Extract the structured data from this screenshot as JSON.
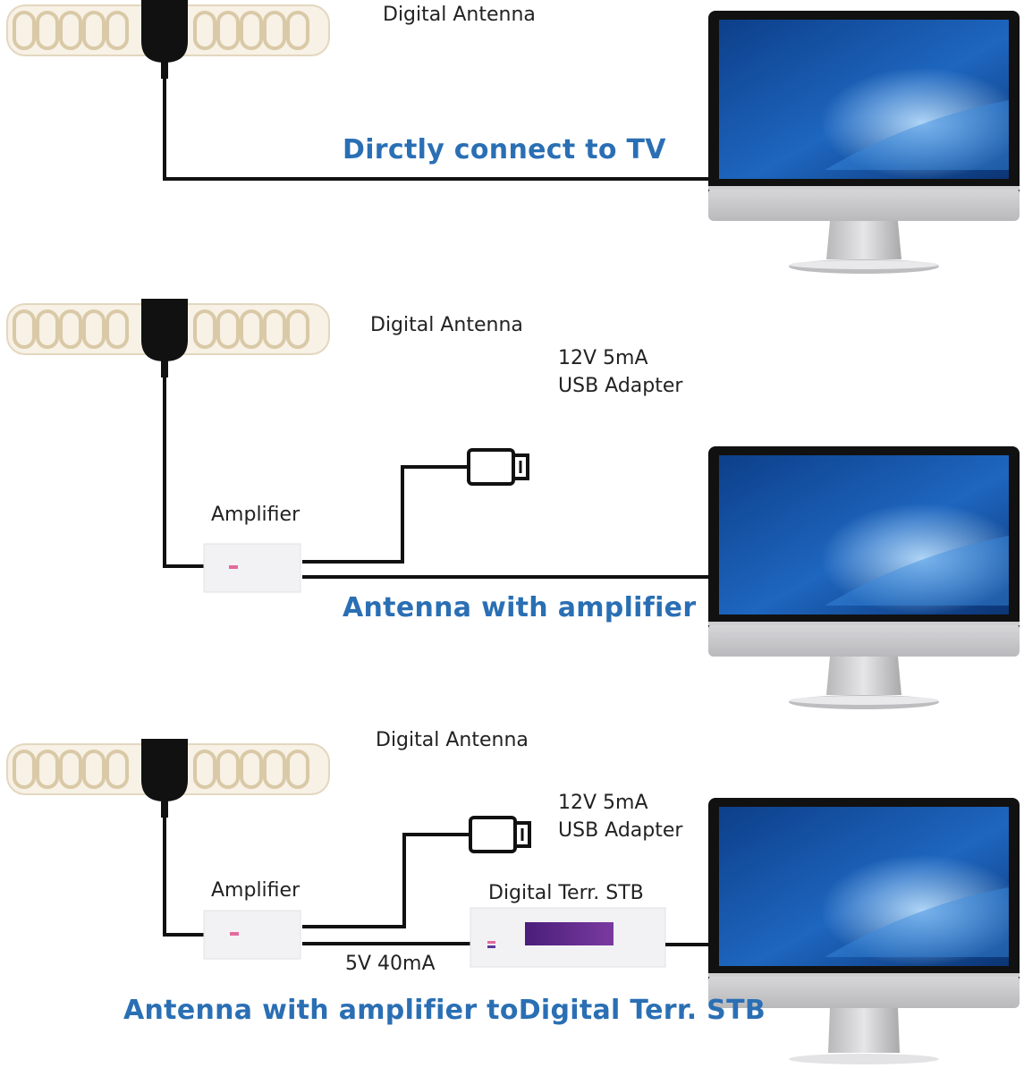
{
  "colors": {
    "caption": "#2a6fb4",
    "cable": "#111111",
    "screen": "#1e5fb0",
    "amplifier": "#f2f2f4",
    "stb_display": "#5a2a8a"
  },
  "icons": [
    "antenna-icon",
    "monitor-icon",
    "usb-plug-icon",
    "amplifier-box",
    "set-top-box"
  ],
  "panels": [
    {
      "antenna_label": "Digital Antenna",
      "caption": "Dirctly connect to TV"
    },
    {
      "antenna_label": "Digital Antenna",
      "adapter_line1": "12V 5mA",
      "adapter_line2": "USB Adapter",
      "amplifier_label": "Amplifier",
      "caption": "Antenna with amplifier"
    },
    {
      "antenna_label": "Digital Antenna",
      "adapter_line1": "12V 5mA",
      "adapter_line2": "USB Adapter",
      "amplifier_label": "Amplifier",
      "stb_label": "Digital Terr. STB",
      "power_label": "5V 40mA",
      "caption": "Antenna with amplifier toDigital Terr. STB"
    }
  ]
}
